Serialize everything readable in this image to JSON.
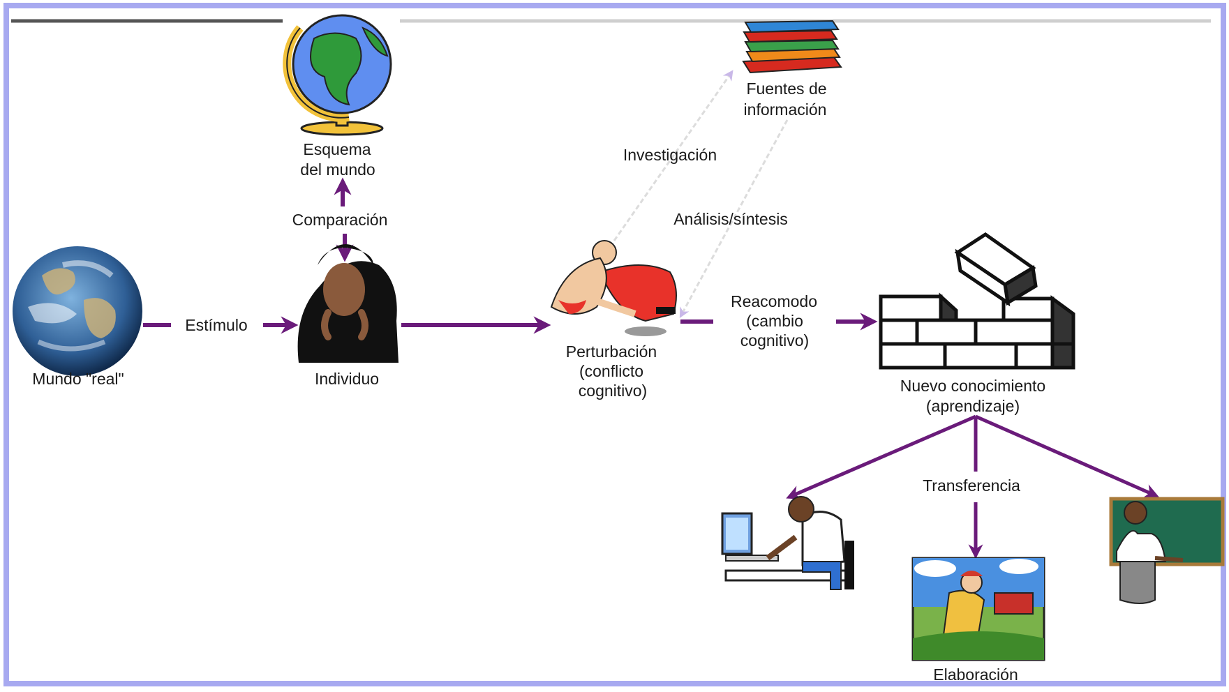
{
  "diagram": {
    "nodes": {
      "mundo_real": "Mundo \"real\"",
      "individuo": "Individuo",
      "esquema": [
        "Esquema",
        "del mundo"
      ],
      "fuentes": [
        "Fuentes de",
        "información"
      ],
      "perturbacion": [
        "Perturbación",
        "(conflicto",
        "cognitivo)"
      ],
      "nuevo_conocimiento": [
        "Nuevo conocimiento",
        "(aprendizaje)"
      ],
      "elaboracion": "Elaboración"
    },
    "edges": {
      "estimulo": "Estímulo",
      "comparacion": "Comparación",
      "investigacion": "Investigación",
      "analisis": "Análisis/síntesis",
      "reacomodo": [
        "Reacomodo",
        "(cambio",
        "cognitivo)"
      ],
      "transferencia": "Transferencia"
    },
    "icons": [
      "earth-icon",
      "globe-icon",
      "books-icon",
      "thinking-woman-icon",
      "wrestlers-icon",
      "brick-wall-icon",
      "computer-worker-icon",
      "farmer-icon",
      "teacher-icon"
    ],
    "colors": {
      "arrow": "#6a1b7a",
      "arrow_light": "#c9b8e8",
      "frame": "#a7a9f0"
    }
  }
}
